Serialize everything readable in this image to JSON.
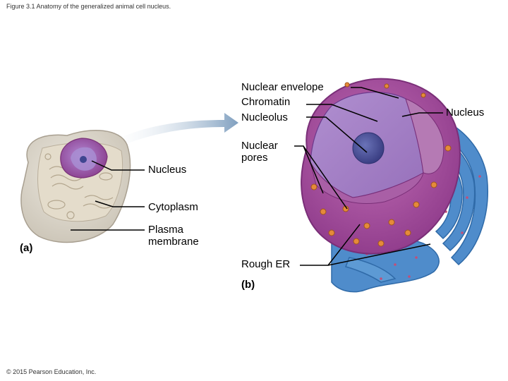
{
  "figure": {
    "caption": "Figure 3.1 Anatomy of the generalized animal cell nucleus.",
    "copyright": "© 2015 Pearson Education, Inc."
  },
  "panel_a": {
    "label": "(a)",
    "callouts": {
      "nucleus": "Nucleus",
      "cytoplasm": "Cytoplasm",
      "plasma_membrane": "Plasma\nmembrane"
    }
  },
  "panel_b": {
    "label": "(b)",
    "callouts": {
      "nuclear_envelope": "Nuclear envelope",
      "chromatin": "Chromatin",
      "nucleolus": "Nucleolus",
      "nuclear_pores": "Nuclear\npores",
      "rough_er": "Rough ER",
      "nucleus": "Nucleus"
    }
  },
  "colors": {
    "nucleus_purple": "#9c4d9a",
    "chromatin_lilac": "#a37ec4",
    "nucleolus_blue": "#4a4f96",
    "er_blue": "#4f8ccb",
    "cell_beige": "#d9d3c7",
    "arrow_blue": "#7f9fbf"
  }
}
